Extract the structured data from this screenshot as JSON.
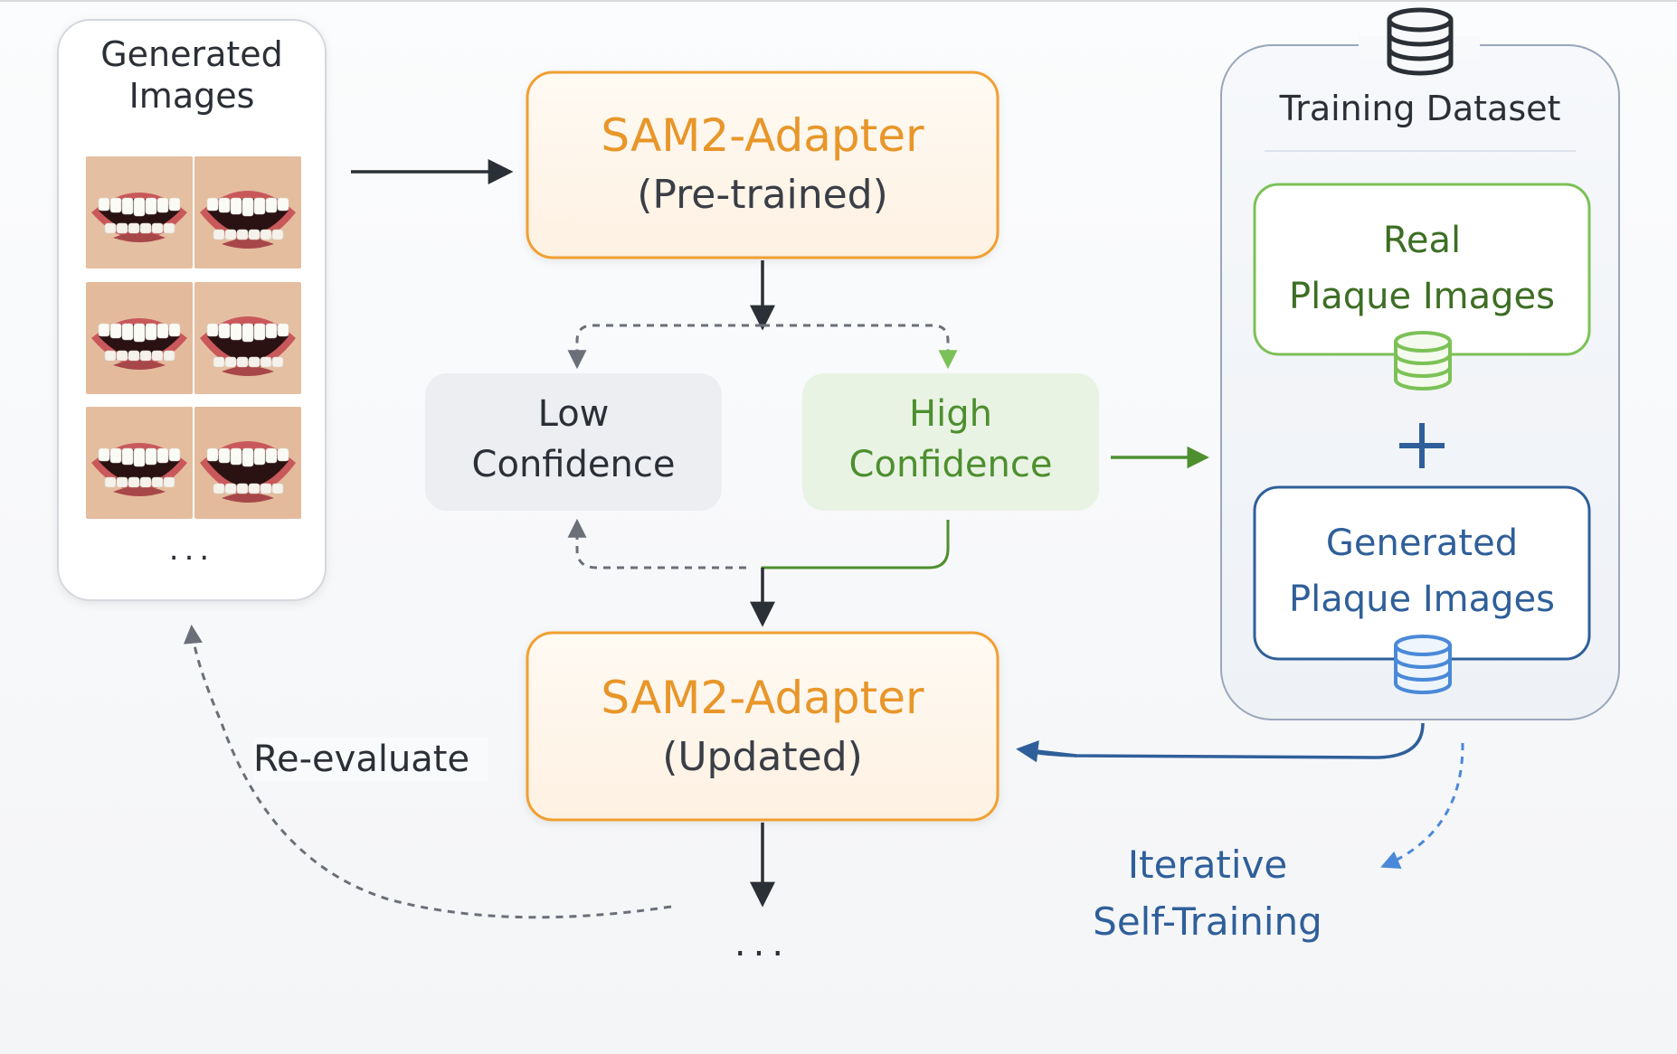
{
  "generated_panel": {
    "title_line1": "Generated",
    "title_line2": "Images",
    "thumbnail_count": 6,
    "ellipsis": "..."
  },
  "adapter_pretrained": {
    "name": "SAM2-Adapter",
    "subtitle": "(Pre-trained)"
  },
  "low_confidence": {
    "line1": "Low",
    "line2": "Confidence"
  },
  "high_confidence": {
    "line1": "High",
    "line2": "Confidence"
  },
  "adapter_updated": {
    "name": "SAM2-Adapter",
    "subtitle": "(Updated)"
  },
  "training_dataset": {
    "title": "Training Dataset",
    "real": {
      "line1": "Real",
      "line2": "Plaque Images"
    },
    "plus": "+",
    "generated": {
      "line1": "Generated",
      "line2": "Plaque Images"
    }
  },
  "reevaluate_label": "Re-evaluate",
  "iterative": {
    "line1": "Iterative",
    "line2": "Self-Training"
  },
  "bottom_ellipsis": "...",
  "colors": {
    "orange": "#f0a030",
    "orange_text": "#e8962a",
    "green": "#7cc157",
    "green_text": "#4d8f2f",
    "blue": "#4a89d8",
    "blue_text": "#2f5f9a",
    "dark": "#2b2f36",
    "gray_box": "#eceef2",
    "green_box": "#e9f3e4"
  }
}
